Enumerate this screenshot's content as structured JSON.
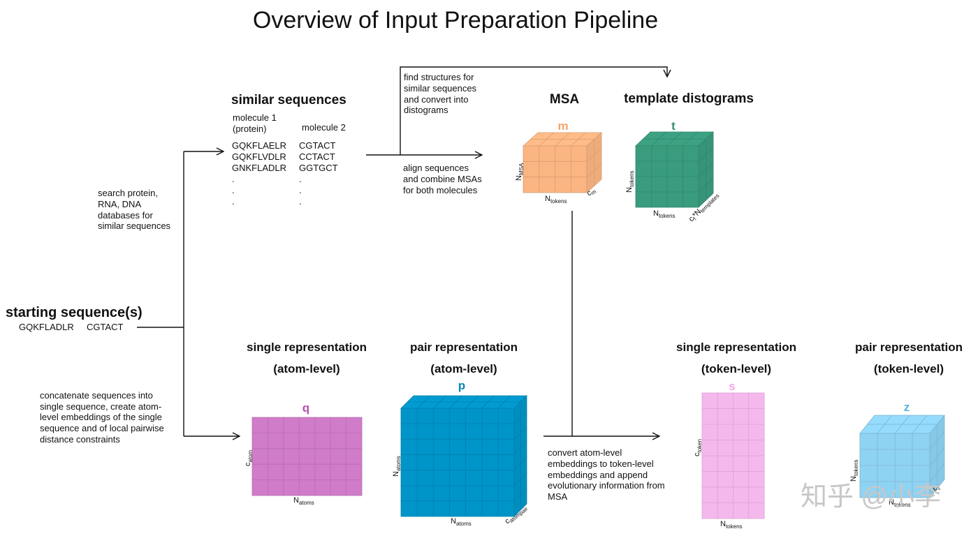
{
  "title": "Overview of Input Preparation Pipeline",
  "starting": {
    "heading": "starting sequence(s)",
    "seq1": "GQKFLADLR",
    "seq2": "CGTACT"
  },
  "search_text": [
    "search protein,",
    "RNA, DNA",
    "databases for",
    "similar sequences"
  ],
  "concat_text": [
    "concatenate sequences into",
    "single sequence, create atom-",
    "level embeddings of the single",
    "sequence and of local pairwise",
    "distance constraints"
  ],
  "similar": {
    "heading": "similar sequences",
    "col1_header": [
      "molecule 1",
      "(protein)"
    ],
    "col2_header": "molecule 2",
    "col1": [
      "GQKFLAELR",
      "GQKFLVDLR",
      "GNKFLADLR",
      ".",
      ".",
      "."
    ],
    "col2": [
      "CGTACT",
      "CCTACT",
      "GGTGCT",
      ".",
      ".",
      "."
    ]
  },
  "find_text": [
    "find structures for",
    "similar sequences",
    "and convert into",
    "distograms"
  ],
  "align_text": [
    "align sequences",
    "and combine MSAs",
    "for both molecules"
  ],
  "convert_text": [
    "convert atom-level",
    "embeddings to token-level",
    "embeddings and append",
    "evolutionary information from",
    "MSA"
  ],
  "msa": {
    "heading": "MSA",
    "symbol": "m",
    "color": "#fbb583",
    "axis_left": "N",
    "axis_left_sub": "MSA",
    "axis_bottom": "N",
    "axis_bottom_sub": "tokens",
    "axis_depth": "c",
    "axis_depth_sub": "m"
  },
  "template": {
    "heading": "template distograms",
    "symbol": "t",
    "color": "#3a9c7e",
    "axis_left": "N",
    "axis_left_sub": "tokens",
    "axis_bottom": "N",
    "axis_bottom_sub": "tokens",
    "axis_depth": "c",
    "axis_depth_sub": "t",
    "axis_depth2": "*N",
    "axis_depth2_sub": "templates"
  },
  "single_atom": {
    "heading1": "single representation",
    "heading2": "(atom-level)",
    "symbol": "q",
    "color": "#d07cc9",
    "axis_left": "c",
    "axis_left_sub": "atom",
    "axis_bottom": "N",
    "axis_bottom_sub": "atoms"
  },
  "pair_atom": {
    "heading1": "pair representation",
    "heading2": "(atom-level)",
    "symbol": "p",
    "color": "#0095c9",
    "axis_left": "N",
    "axis_left_sub": "atoms",
    "axis_bottom": "N",
    "axis_bottom_sub": "atoms",
    "axis_depth": "c",
    "axis_depth_sub": "atompair"
  },
  "single_token": {
    "heading1": "single representation",
    "heading2": "(token-level)",
    "symbol": "s",
    "color": "#f5b8ed",
    "axis_left": "c",
    "axis_left_sub": "token",
    "axis_bottom": "N",
    "axis_bottom_sub": "tokens"
  },
  "pair_token": {
    "heading1": "pair representation",
    "heading2": "(token-level)",
    "symbol": "z",
    "color": "#8fd3f3",
    "axis_left": "N",
    "axis_left_sub": "tokens",
    "axis_bottom": "N",
    "axis_bottom_sub": "tokens",
    "axis_depth": "c",
    "axis_depth_sub": "z"
  },
  "watermark": "知乎 @小李",
  "colors": {
    "text": "#111111",
    "symbol_m": "#f6a36a",
    "symbol_t": "#2f8f73",
    "symbol_q": "#b552ad",
    "symbol_p": "#0b86b8",
    "symbol_s": "#f2a6e4",
    "symbol_z": "#5ab3da"
  }
}
